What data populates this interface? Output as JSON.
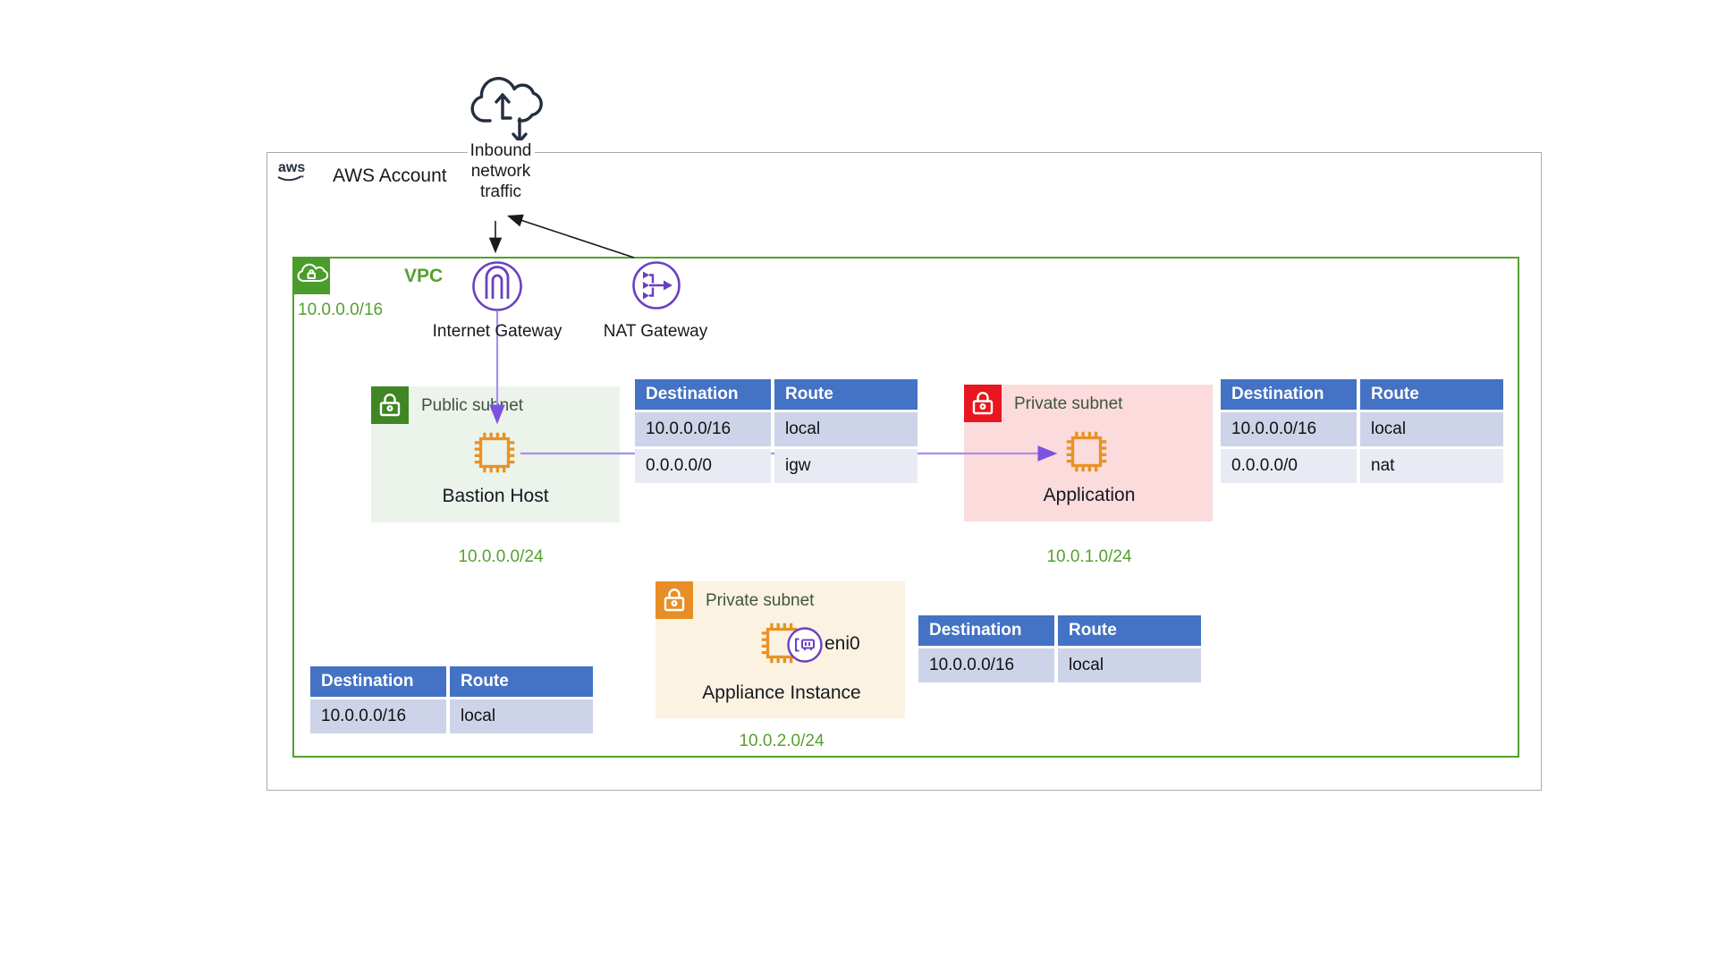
{
  "account": {
    "label": "AWS Account",
    "logo_text": "aws"
  },
  "internet": {
    "line1": "Inbound",
    "line2": "network",
    "line3": "traffic"
  },
  "vpc": {
    "label": "VPC",
    "cidr": "10.0.0.0/16"
  },
  "gateways": {
    "igw_label": "Internet Gateway",
    "nat_label": "NAT Gateway"
  },
  "subnets": [
    {
      "id": "public",
      "label": "Public subnet",
      "instance": "Bastion Host",
      "cidr": "10.0.0.0/24"
    },
    {
      "id": "private-application",
      "label": "Private subnet",
      "instance": "Application",
      "cidr": "10.0.1.0/24"
    },
    {
      "id": "private-appliance",
      "label": "Private subnet",
      "instance": "Appliance Instance",
      "eni_label": "eni0",
      "cidr": "10.0.2.0/24"
    }
  ],
  "route_tables": [
    {
      "id": "public-route-table",
      "headers": [
        "Destination",
        "Route"
      ],
      "rows": [
        [
          "10.0.0.0/16",
          "local"
        ],
        [
          "0.0.0.0/0",
          "igw"
        ]
      ]
    },
    {
      "id": "private-app-route-table",
      "headers": [
        "Destination",
        "Route"
      ],
      "rows": [
        [
          "10.0.0.0/16",
          "local"
        ],
        [
          "0.0.0.0/0",
          "nat"
        ]
      ]
    },
    {
      "id": "vpc-local-route-table",
      "headers": [
        "Destination",
        "Route"
      ],
      "rows": [
        [
          "10.0.0.0/16",
          "local"
        ]
      ]
    },
    {
      "id": "appliance-route-table",
      "headers": [
        "Destination",
        "Route"
      ],
      "rows": [
        [
          "10.0.0.0/16",
          "local"
        ]
      ]
    }
  ],
  "colors": {
    "vpc_border_green": "#55A02E",
    "green_text": "#56A030",
    "public_subnet_bg": "#EBF3EB",
    "private_app_subnet_bg": "#FBDBDB",
    "private_appliance_subnet_bg": "#FCF2E2",
    "public_subnet_icon": "#3F8624",
    "private_subnet_icon": "#E7161F",
    "appliance_subnet_icon": "#E78F26",
    "instance_orange": "#E89226",
    "gateway_purple": "#6A3FC3",
    "flow_purple": "#A98EF0",
    "table_header_blue": "#4472C4",
    "table_row_odd": "#CDD3E8",
    "table_row_even": "#E9EBF4",
    "dark_navy": "#232F3E"
  }
}
